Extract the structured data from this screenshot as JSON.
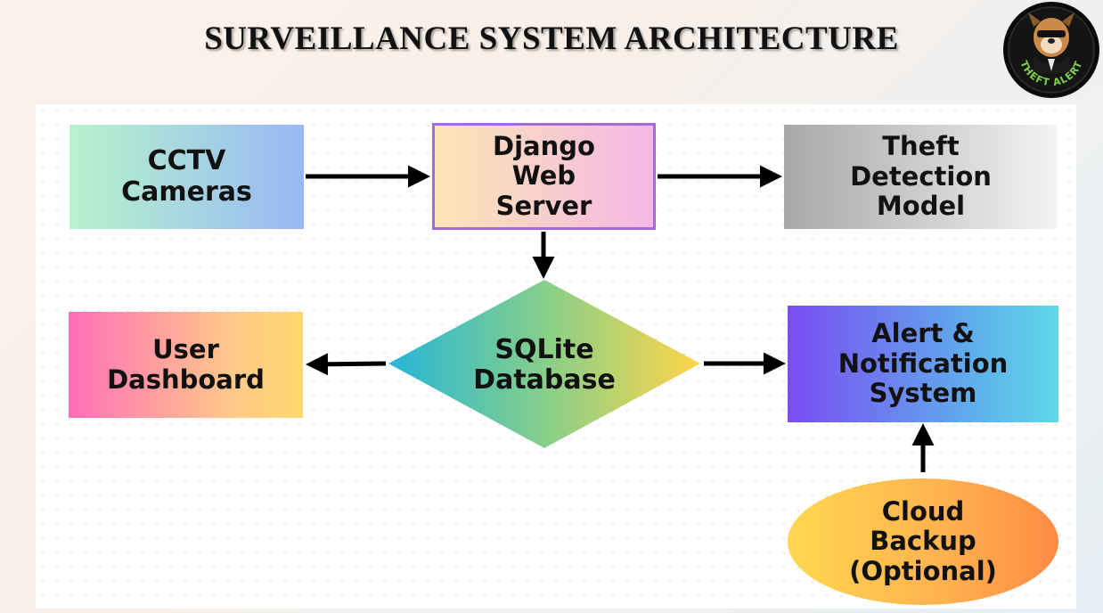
{
  "title": "SURVEILLANCE SYSTEM ARCHITECTURE",
  "logo": {
    "text": "THEFT ALERT",
    "icon": "dog-mascot-icon"
  },
  "nodes": {
    "cctv": "CCTV\nCameras",
    "django": "Django\nWeb\nServer",
    "theft": "Theft\nDetection\nModel",
    "database": "SQLite\nDatabase",
    "user": "User\nDashboard",
    "alert": "Alert &\nNotification\nSystem",
    "cloud": "Cloud\nBackup\n(Optional)"
  },
  "colors": {
    "arrow": "#000000",
    "django_border": "#a36bd6"
  }
}
